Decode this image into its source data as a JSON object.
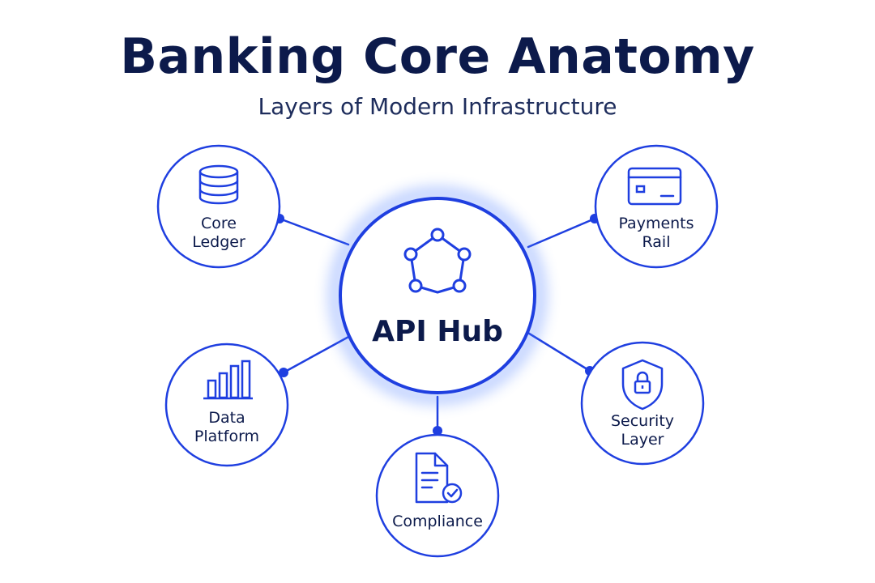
{
  "header": {
    "title": "Banking Core Anatomy",
    "subtitle": "Layers of Modern Infrastructure"
  },
  "hub": {
    "label": "API Hub",
    "icon": "network-hexagon-icon"
  },
  "nodes": {
    "core_ledger": {
      "line1": "Core",
      "line2": "Ledger",
      "icon": "database-icon"
    },
    "payments_rail": {
      "line1": "Payments",
      "line2": "Rail",
      "icon": "credit-card-icon"
    },
    "data_platform": {
      "line1": "Data",
      "line2": "Platform",
      "icon": "bar-chart-icon"
    },
    "security_layer": {
      "line1": "Security",
      "line2": "Layer",
      "icon": "shield-lock-icon"
    },
    "compliance": {
      "line1": "Compliance",
      "icon": "document-check-icon"
    }
  },
  "colors": {
    "accent": "#1f3fe0",
    "title": "#0c1a4b",
    "glow": "#4a7bff"
  }
}
